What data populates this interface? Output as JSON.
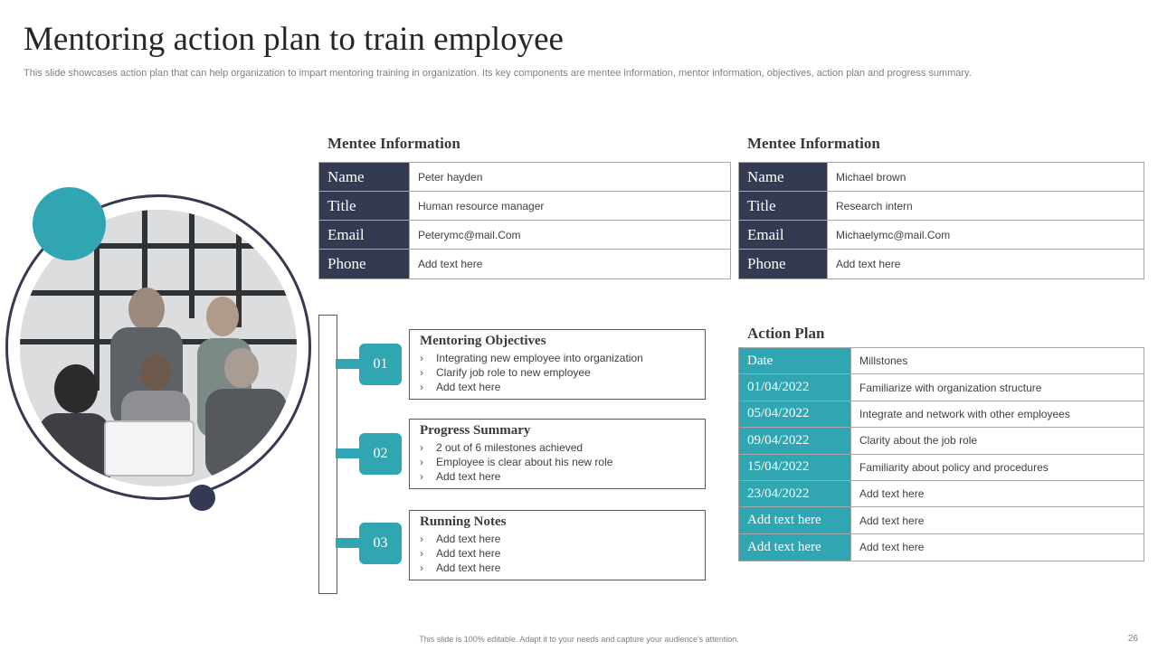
{
  "slide": {
    "title": "Mentoring action plan to train employee",
    "subtitle": "This slide showcases action plan that can help organization to impart mentoring training in organization. Its key components are mentee information, mentor information, objectives, action plan and progress summary.",
    "footer": "This slide is 100% editable. Adapt it to your needs and capture your audience's attention.",
    "page_number": "26"
  },
  "colors": {
    "navy": "#343a52",
    "teal": "#2fa6b1"
  },
  "photo": {
    "description_icon": "team-meeting-photo"
  },
  "mentee_left": {
    "heading": "Mentee Information",
    "rows": [
      {
        "key": "Name",
        "value": "Peter hayden"
      },
      {
        "key": "Title",
        "value": "Human resource manager"
      },
      {
        "key": "Email",
        "value": "Peterymc@mail.Com"
      },
      {
        "key": "Phone",
        "value": "Add text here"
      }
    ]
  },
  "mentee_right": {
    "heading": "Mentee Information",
    "rows": [
      {
        "key": "Name",
        "value": "Michael brown"
      },
      {
        "key": "Title",
        "value": "Research intern"
      },
      {
        "key": "Email",
        "value": "Michaelymc@mail.Com"
      },
      {
        "key": "Phone",
        "value": "Add text here"
      }
    ]
  },
  "timeline": [
    {
      "number": "01",
      "title": "Mentoring Objectives",
      "bullet": "›",
      "items": [
        "Integrating new employee into organization",
        "Clarify job role to new employee",
        "Add text here"
      ]
    },
    {
      "number": "02",
      "title": "Progress Summary",
      "bullet": "›",
      "items": [
        "2 out of 6 milestones achieved",
        "Employee is clear about his new role",
        "Add text here"
      ]
    },
    {
      "number": "03",
      "title": "Running Notes",
      "bullet": "›",
      "items": [
        "Add text here",
        "Add text here",
        "Add text here"
      ]
    }
  ],
  "action_plan": {
    "heading": "Action Plan",
    "rows": [
      {
        "key": "Date",
        "value": "Millstones"
      },
      {
        "key": "01/04/2022",
        "value": "Familiarize with organization structure"
      },
      {
        "key": "05/04/2022",
        "value": "Integrate and network with other employees"
      },
      {
        "key": "09/04/2022",
        "value": "Clarity about the job role"
      },
      {
        "key": "15/04/2022",
        "value": "Familiarity about policy and procedures"
      },
      {
        "key": "23/04/2022",
        "value": "Add text here"
      },
      {
        "key": "Add text here",
        "value": "Add text here"
      },
      {
        "key": "Add text here",
        "value": "Add text here"
      }
    ]
  }
}
